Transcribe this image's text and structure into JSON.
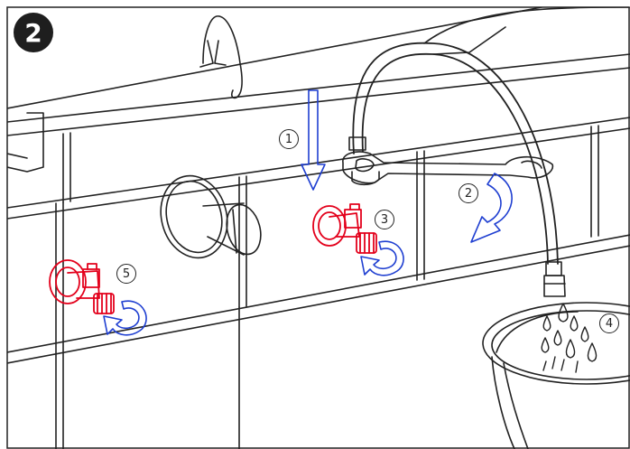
{
  "step_number": "2",
  "callouts": [
    "1",
    "2",
    "3",
    "4",
    "5"
  ],
  "colors": {
    "line": "#222222",
    "valve_red": "#e3001b",
    "arrow_blue": "#1f3fd1",
    "background": "#ffffff"
  }
}
